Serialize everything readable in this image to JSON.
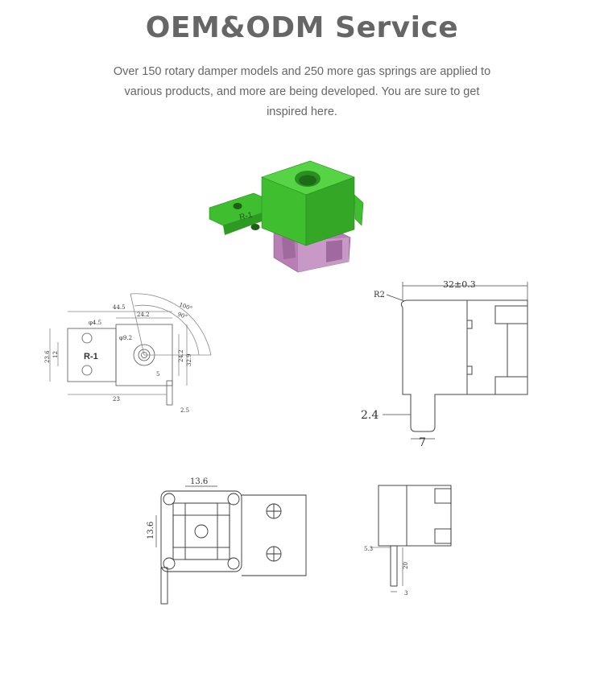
{
  "header": {
    "title": "OEM&ODM Service",
    "description_lines": [
      "Over 150 rotary damper models and 250 more gas springs are applied to",
      "various products, and more are being developed. You are sure to get",
      "inspired here."
    ]
  },
  "product": {
    "part_label": "R-1",
    "colors": {
      "housing": "#3fbf2f",
      "rotor": "#b77fb5"
    }
  },
  "drawing_front": {
    "part_label": "R-1",
    "dims": {
      "overall_width": "44.5",
      "hole_dia": "φ4.5",
      "pitch": "24.2",
      "bore": "φ9.2",
      "angle_outer": "100°",
      "angle_inner": "90°",
      "height_left_outer": "23.6",
      "height_left_inner": "12",
      "height_right_inner": "24.2",
      "height_right_outer": "32.9",
      "gap": "5",
      "base_width": "23",
      "thickness": "2.5"
    }
  },
  "drawing_side": {
    "dims": {
      "radius": "R2",
      "length": "32±0.3",
      "thickness": "2.4",
      "tab_width": "7"
    }
  },
  "drawing_bottom": {
    "dims": {
      "width": "13.6",
      "height": "13.6"
    }
  },
  "drawing_small": {
    "dims": {
      "offset": "5.3",
      "height": "20",
      "thickness": "3"
    }
  }
}
